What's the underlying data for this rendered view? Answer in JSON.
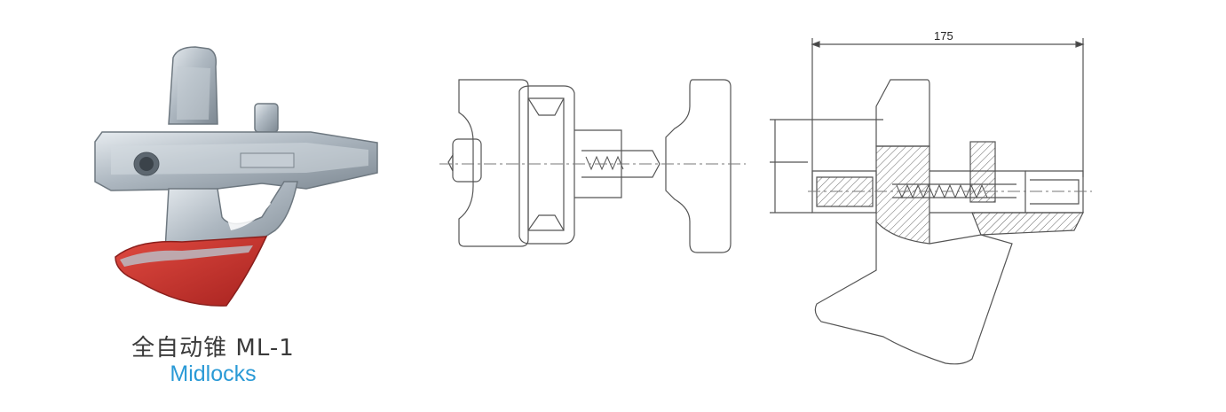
{
  "product": {
    "name_cn": "全自动锥  ML-1",
    "name_en": "Midlocks",
    "name_color": "#2a9ad6"
  },
  "drawing": {
    "dimension_label": "175"
  },
  "colors": {
    "metal": "#b9c3cc",
    "paint_red": "#c8312e",
    "line": "#444444"
  }
}
